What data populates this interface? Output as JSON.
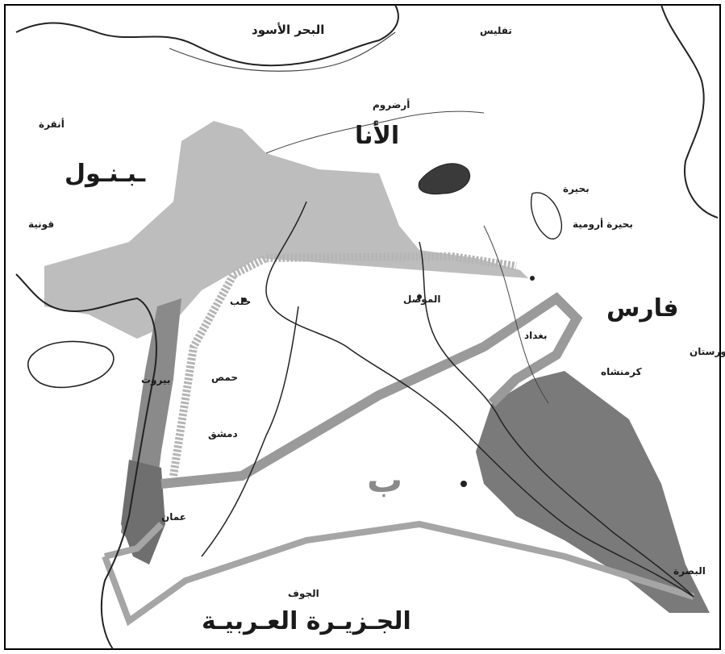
{
  "colors": {
    "border": "#000000",
    "sea": "#ffffff",
    "zone_a_fill": "#bdbdbd",
    "zone_blue_fill": "#8a8a8a",
    "zone_red_fill": "#7a7a7a",
    "line": "#222222",
    "boundary_band": "#9a9a9a"
  },
  "labels": {
    "black_sea": "البحر الأسود",
    "tbilisi": "تفليس",
    "erzurum": "أرضروم",
    "ankara": "أنقرة",
    "konya": "قونية",
    "anatolia_fragment": "الأنا",
    "istanbul_fragment": "ـبـنـول",
    "van": "بحيرة",
    "urmia": "بحيرة أرومية",
    "persia": "فارس",
    "kermanshah": "كرمنشاه",
    "lorestan": "لورستان",
    "zone_b": "ب",
    "arabian_peninsula": "الجـزيـرة العـربيـة",
    "jawf": "الجوف",
    "mosul": "الموصل",
    "aleppo": "حلب",
    "homs": "حمص",
    "damascus": "دمشق",
    "beirut": "بيروت",
    "baghdad": "بغداد",
    "basra": "البصرة",
    "amman": "عمان"
  }
}
